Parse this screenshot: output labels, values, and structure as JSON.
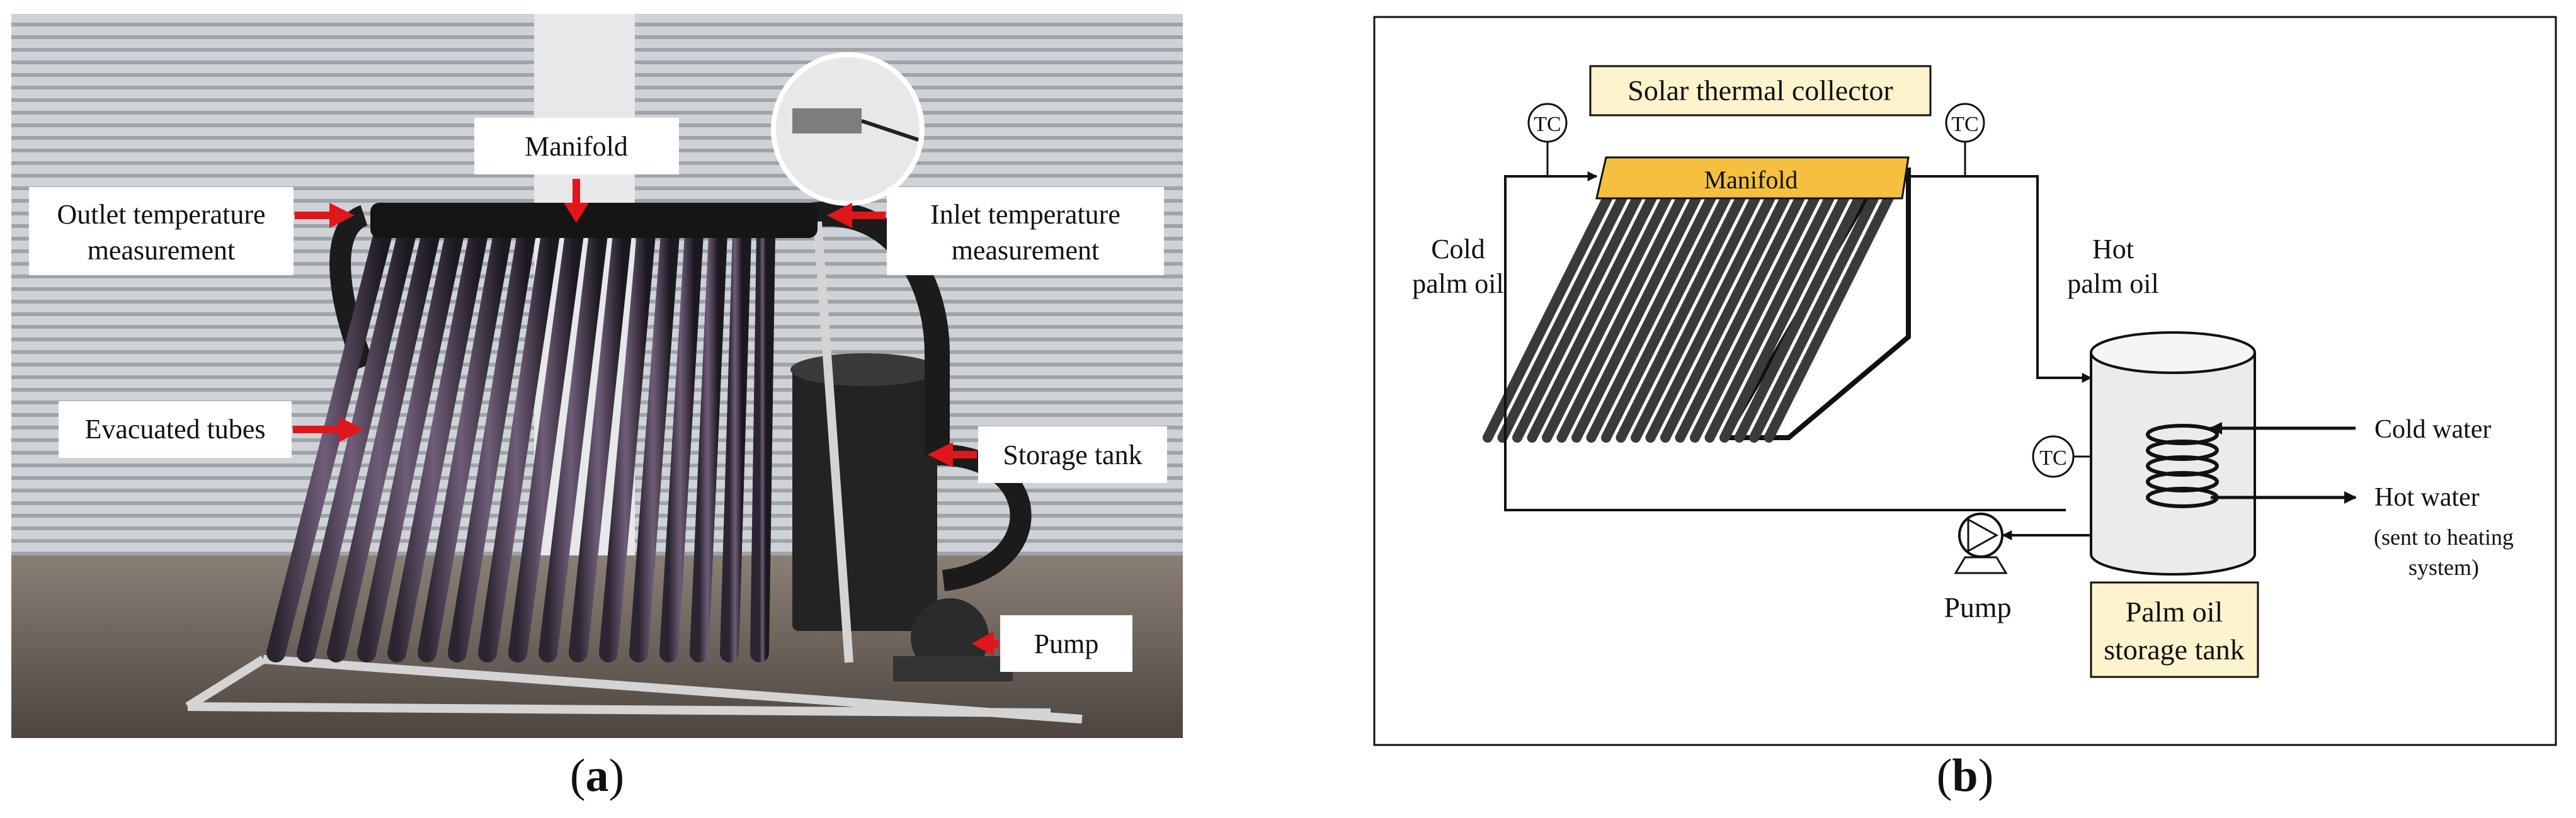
{
  "panel_a": {
    "caption_open": "(",
    "caption_letter": "a",
    "caption_close": ")",
    "labels": {
      "manifold": "Manifold",
      "outlet_line1": "Outlet temperature",
      "outlet_line2": "measurement",
      "inlet_line1": "Inlet temperature",
      "inlet_line2": "measurement",
      "evacuated_tubes": "Evacuated tubes",
      "storage_tank": "Storage tank",
      "pump": "Pump"
    }
  },
  "panel_b": {
    "caption_open": "(",
    "caption_letter": "b",
    "caption_close": ")",
    "collector_title": "Solar thermal collector",
    "manifold": "Manifold",
    "tc": "TC",
    "cold_oil_line1": "Cold",
    "cold_oil_line2": "palm  oil",
    "hot_oil_line1": "Hot",
    "hot_oil_line2": "palm  oil",
    "cold_water": "Cold water",
    "hot_water": "Hot water",
    "hot_water_note_line1": "(sent to heating",
    "hot_water_note_line2": "system)",
    "pump": "Pump",
    "tank_line1": "Palm oil",
    "tank_line2": "storage tank"
  },
  "colors": {
    "manifold_fill": "#f5c040",
    "label_box_fill": "#fdf3cc",
    "arrow_red": "#e0161b",
    "shutter": "#c8ccd0"
  }
}
